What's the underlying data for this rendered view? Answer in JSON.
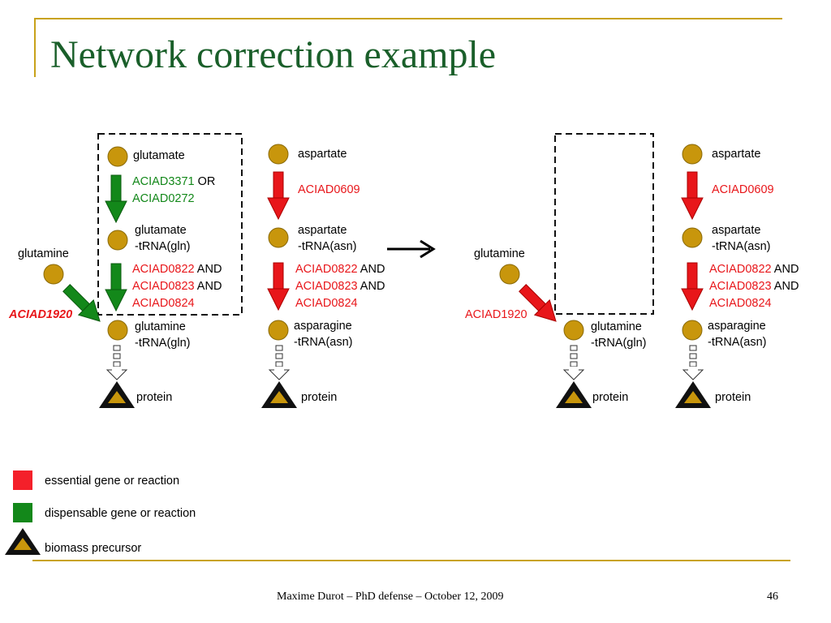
{
  "slide": {
    "title": "Network correction example",
    "footer": "Maxime Durot – PhD defense – October 12, 2009",
    "page_number": "46"
  },
  "left_network": {
    "col1": {
      "node1": "glutamate",
      "genes1_a": "ACIAD3371",
      "genes1_or": " OR",
      "genes1_b": "ACIAD0272",
      "node2_l1": "glutamate",
      "node2_l2": "-tRNA(gln)",
      "genes2_a": "ACIAD0822",
      "genes2_b": "ACIAD0823",
      "genes2_c": "ACIAD0824",
      "and": " AND",
      "node3_l1": "glutamine",
      "node3_l2": "-tRNA(gln)",
      "protein": "protein"
    },
    "glutamine": "glutamine",
    "side_gene": "ACIAD1920",
    "col2": {
      "node1": "aspartate",
      "genes1": "ACIAD0609",
      "node2_l1": "aspartate",
      "node2_l2": "-tRNA(asn)",
      "genes2_a": "ACIAD0822",
      "genes2_b": "ACIAD0823",
      "genes2_c": "ACIAD0824",
      "and": " AND",
      "node3_l1": "asparagine",
      "node3_l2": "-tRNA(asn)",
      "protein": "protein"
    }
  },
  "right_network": {
    "glutamine": "glutamine",
    "side_gene": "ACIAD1920",
    "col1": {
      "node3_l1": "glutamine",
      "node3_l2": "-tRNA(gln)",
      "protein": "protein"
    },
    "col2": {
      "node1": "aspartate",
      "genes1": "ACIAD0609",
      "node2_l1": "aspartate",
      "node2_l2": "-tRNA(asn)",
      "genes2_a": "ACIAD0822",
      "genes2_b": "ACIAD0823",
      "genes2_c": "ACIAD0824",
      "and": " AND",
      "node3_l1": "asparagine",
      "node3_l2": "-tRNA(asn)",
      "protein": "protein"
    }
  },
  "legend": {
    "essential": "essential gene or reaction",
    "dispensable": "dispensable gene or reaction",
    "biomass": "biomass precursor"
  },
  "colors": {
    "essential": "#e8161a",
    "dispensable": "#13881a",
    "metabolite": "#c8960c",
    "accent": "#c8a21a",
    "title": "#1a5f2a"
  }
}
